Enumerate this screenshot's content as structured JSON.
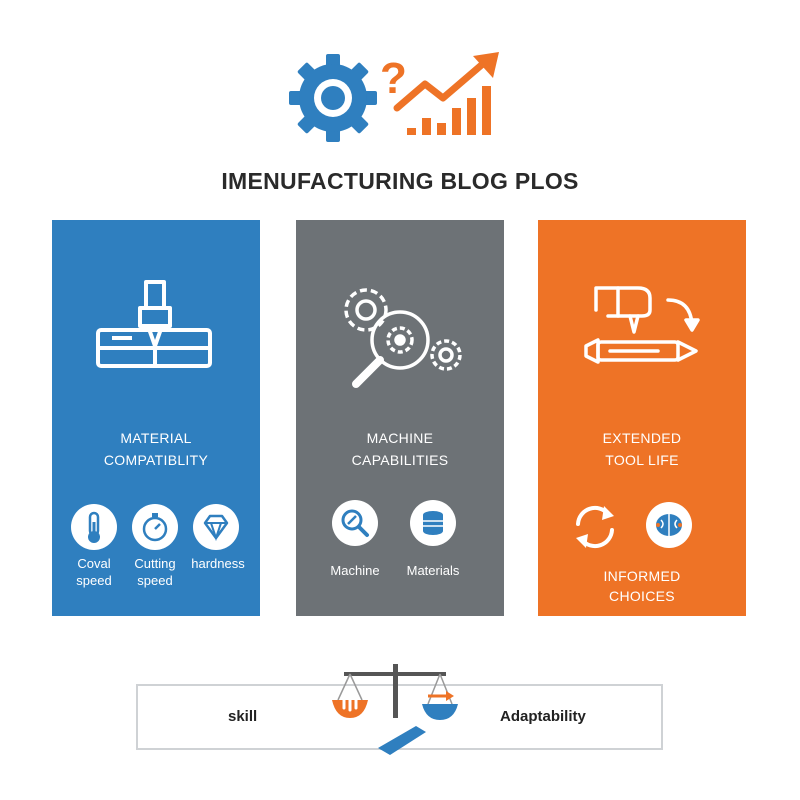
{
  "title": "IMENUFACTURING BLOG PLOS",
  "colors": {
    "blue": "#2f7fbf",
    "gray": "#6d7276",
    "orange": "#ee7326",
    "white": "#ffffff"
  },
  "hero_icons": [
    "gear-icon",
    "question-mark-icon",
    "bar-chart-trend-icon"
  ],
  "panels": {
    "material": {
      "heading": [
        "MATERIAL",
        "COMPATIBLITY"
      ],
      "icon": "material-cutting-icon",
      "items": [
        {
          "icon": "thermometer-icon",
          "label": [
            "Coval",
            "speed"
          ]
        },
        {
          "icon": "stopwatch-icon",
          "label": [
            "Cutting",
            "speed"
          ]
        },
        {
          "icon": "diamond-icon",
          "label": [
            "hardness"
          ]
        }
      ]
    },
    "machine": {
      "heading": [
        "MACHINE",
        "CAPABILITIES"
      ],
      "icon": "gears-magnifier-icon",
      "items": [
        {
          "icon": "wrench-search-icon",
          "label": [
            "Machine"
          ]
        },
        {
          "icon": "material-stack-icon",
          "label": [
            "Materials"
          ]
        }
      ]
    },
    "tool": {
      "heading": [
        "EXTENDED",
        "TOOL LIFE"
      ],
      "icon": "hand-tool-icon",
      "items": [
        {
          "icon": "cycle-arrows-icon"
        },
        {
          "icon": "brain-icon"
        }
      ],
      "footer": [
        "INFORMED",
        "CHOICES"
      ]
    }
  },
  "balance": {
    "left": "skill",
    "right": "Adaptability",
    "icon": "balance-scale-icon"
  }
}
